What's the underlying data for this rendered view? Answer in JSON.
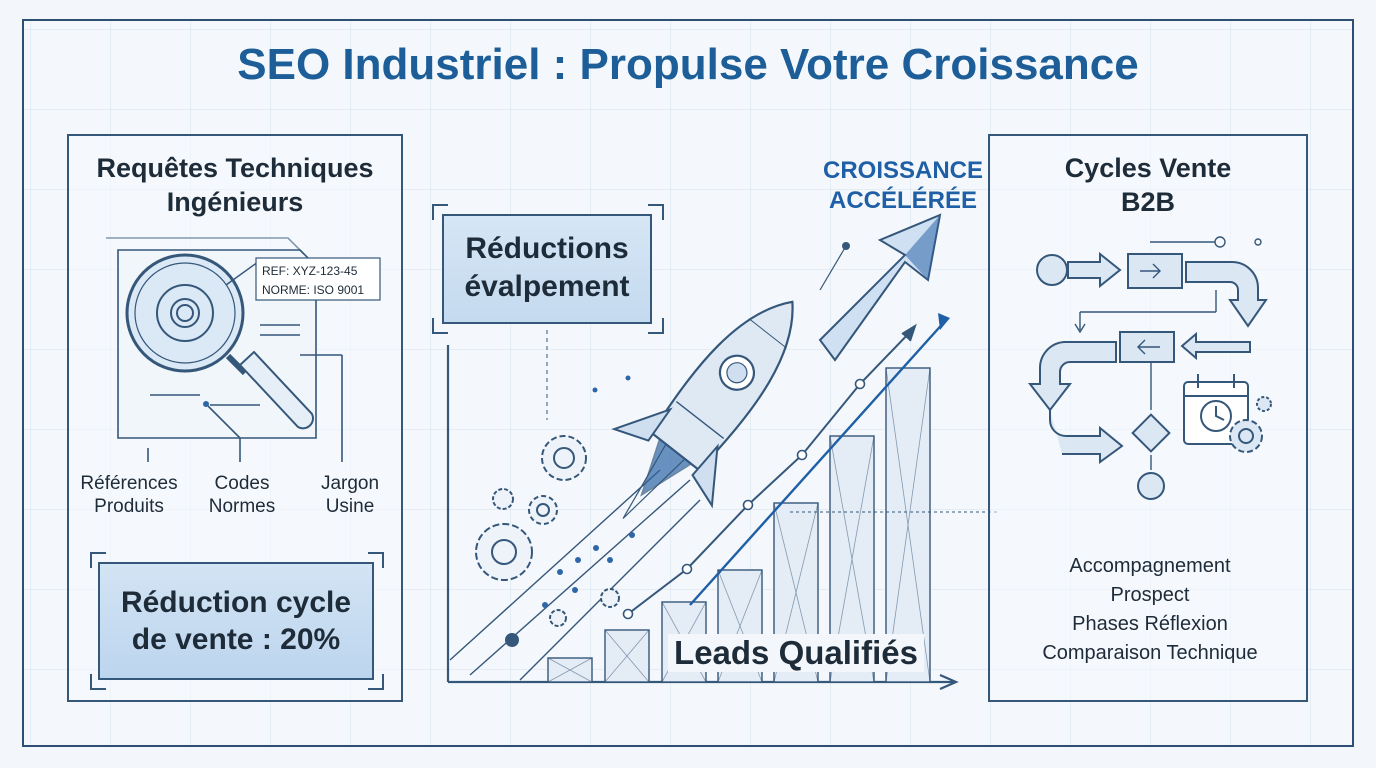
{
  "title": "SEO Industriel : Propulse Votre Croissance",
  "left_panel": {
    "title_line1": "Requêtes Techniques",
    "title_line2": "Ingénieurs",
    "doc_line1": "REF: XYZ-123-45",
    "doc_line2": "NORME: ISO 9001",
    "labels": [
      {
        "line1": "Références",
        "line2": "Produits"
      },
      {
        "line1": "Codes",
        "line2": "Normes"
      },
      {
        "line1": "Jargon",
        "line2": "Usine"
      }
    ],
    "highlight_line1": "Réduction cycle",
    "highlight_line2": "de vente : 20%"
  },
  "center_panel": {
    "callout_line1": "Réductions",
    "callout_line2": "évalpement",
    "growth_line1": "CROISSANCE",
    "growth_line2": "ACCÉLÉRÉE",
    "leads_label": "Leads Qualifiés"
  },
  "right_panel": {
    "title_line1": "Cycles Vente",
    "title_line2": "B2B",
    "list": [
      "Accompagnement",
      "Prospect",
      "Phases Réflexion",
      "Comparaison Technique"
    ]
  },
  "colors": {
    "title": "#1d5e98",
    "line": "#35577a",
    "accent_blue": "#2e66a8",
    "box_fill": "#c7dcf1",
    "text": "#1e2b38"
  }
}
